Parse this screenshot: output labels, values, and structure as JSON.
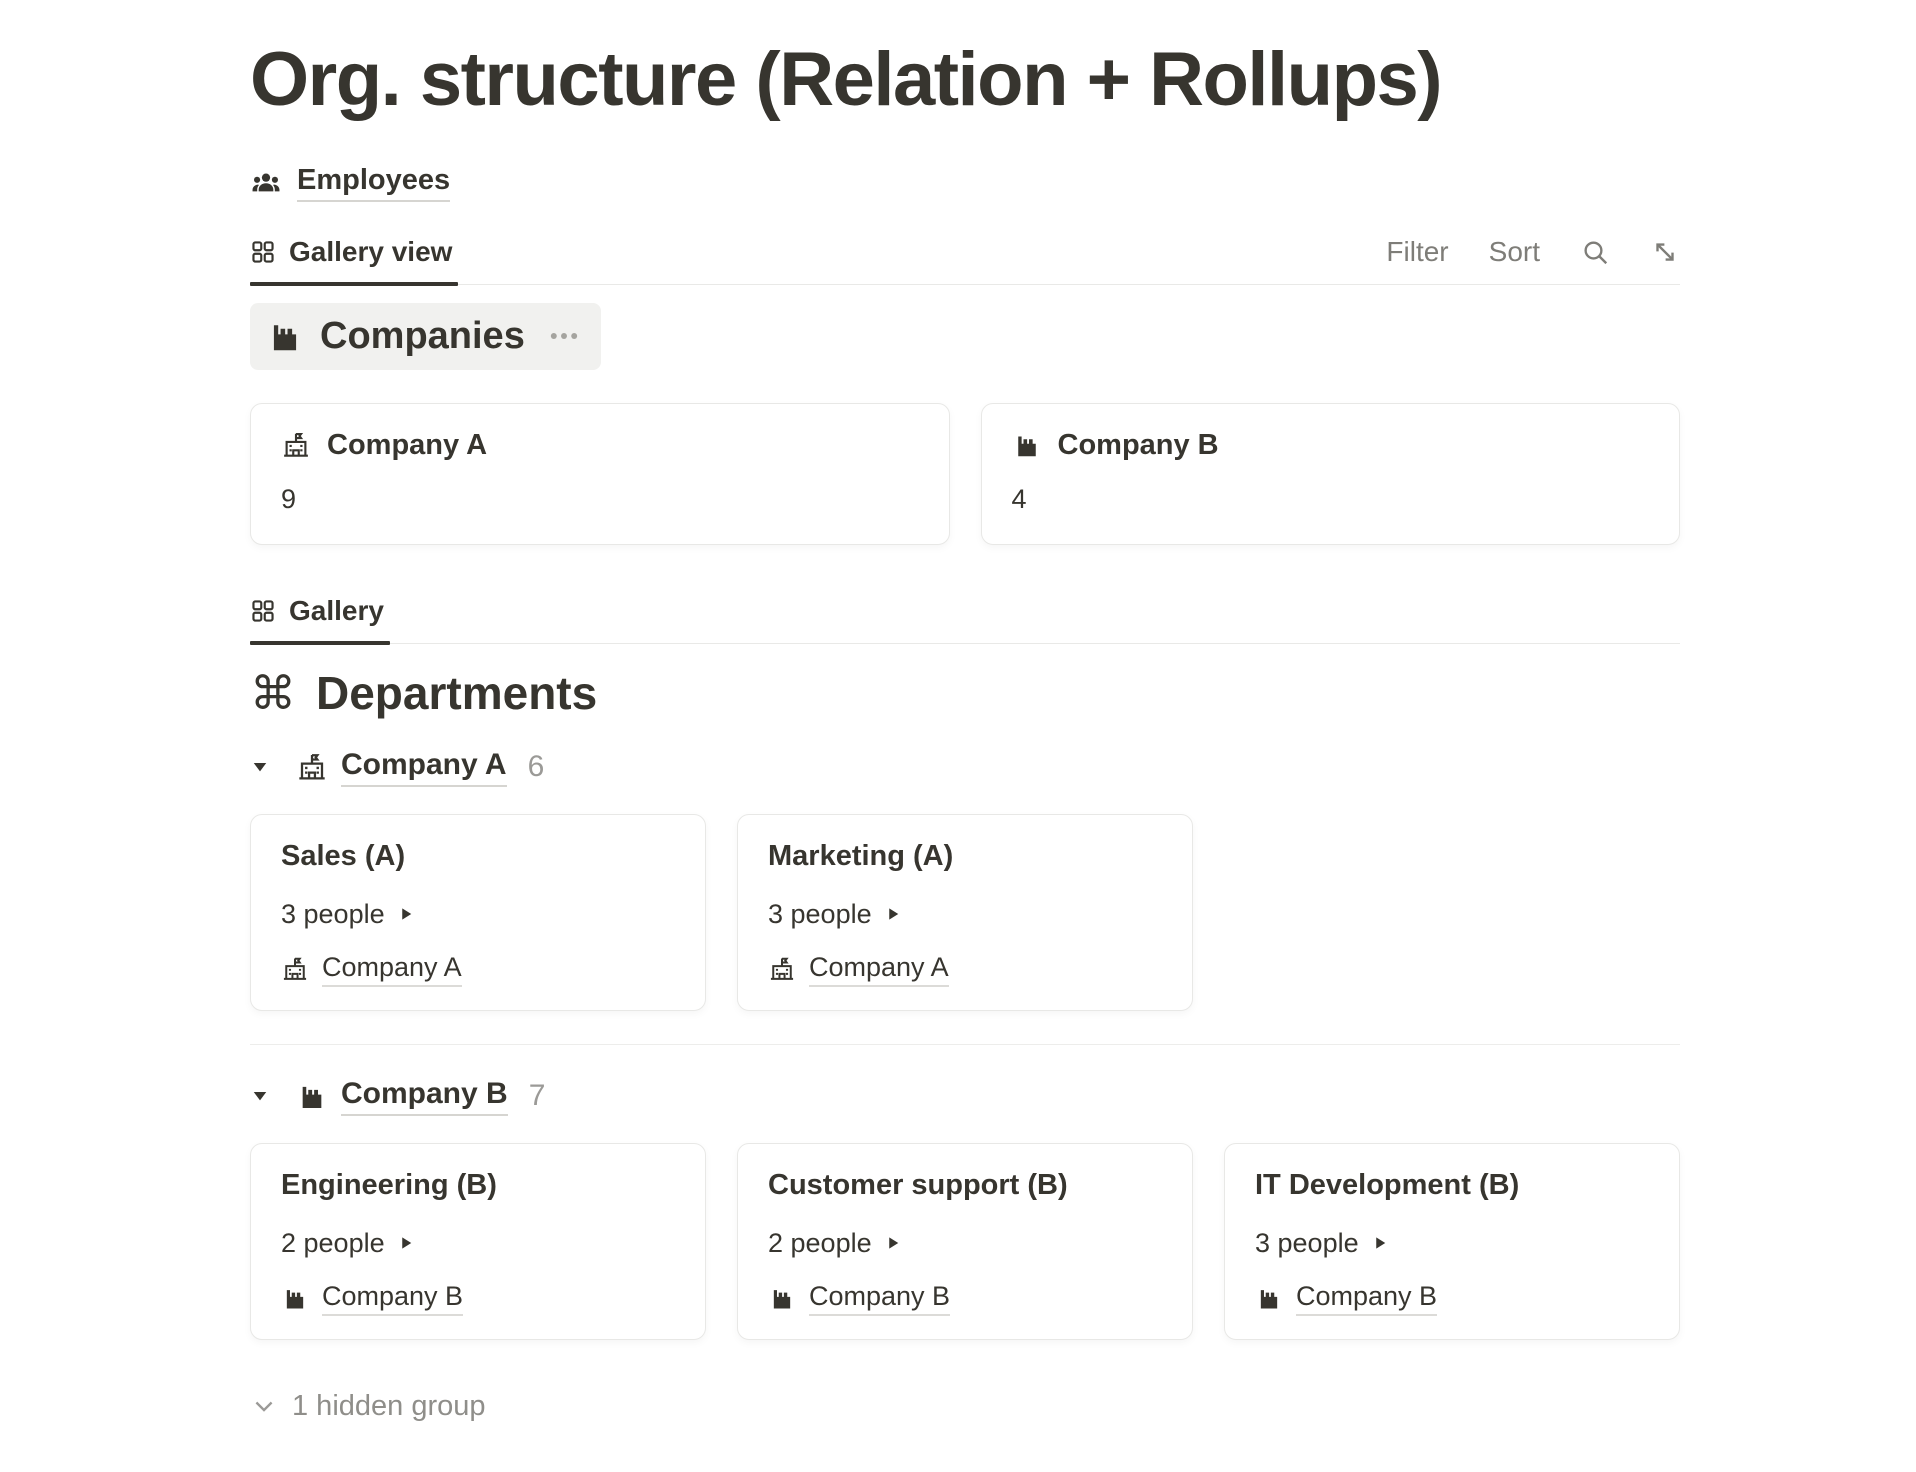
{
  "page": {
    "title": "Org. structure (Relation + Rollups)",
    "breadcrumb": {
      "label": "Employees"
    }
  },
  "toolbar": {
    "active_tab": "Gallery view",
    "filter": "Filter",
    "sort": "Sort"
  },
  "companies": {
    "heading": "Companies",
    "cards": [
      {
        "icon": "school-icon",
        "title": "Company A",
        "rollup": "9"
      },
      {
        "icon": "factory-icon",
        "title": "Company B",
        "rollup": "4"
      }
    ]
  },
  "departments": {
    "tab": "Gallery",
    "heading": "Departments",
    "heading_icon": "command-icon",
    "groups": [
      {
        "icon": "school-icon",
        "label": "Company A",
        "count": "6",
        "cards": [
          {
            "title": "Sales (A)",
            "people": "3 people",
            "icon": "school-icon",
            "company": "Company A"
          },
          {
            "title": "Marketing (A)",
            "people": "3 people",
            "icon": "school-icon",
            "company": "Company A"
          }
        ]
      },
      {
        "icon": "factory-icon",
        "label": "Company B",
        "count": "7",
        "cards": [
          {
            "title": "Engineering (B)",
            "people": "2 people",
            "icon": "factory-icon",
            "company": "Company B"
          },
          {
            "title": "Customer support (B)",
            "people": "2 people",
            "icon": "factory-icon",
            "company": "Company B"
          },
          {
            "title": "IT Development (B)",
            "people": "3 people",
            "icon": "factory-icon",
            "company": "Company B"
          }
        ]
      }
    ],
    "hidden": "1 hidden group"
  },
  "colors": {
    "text": "#37352f",
    "muted": "#7e7d78",
    "count": "#9b9a97",
    "border": "#e9e9e7",
    "pill_bg": "#f1f1ef"
  }
}
